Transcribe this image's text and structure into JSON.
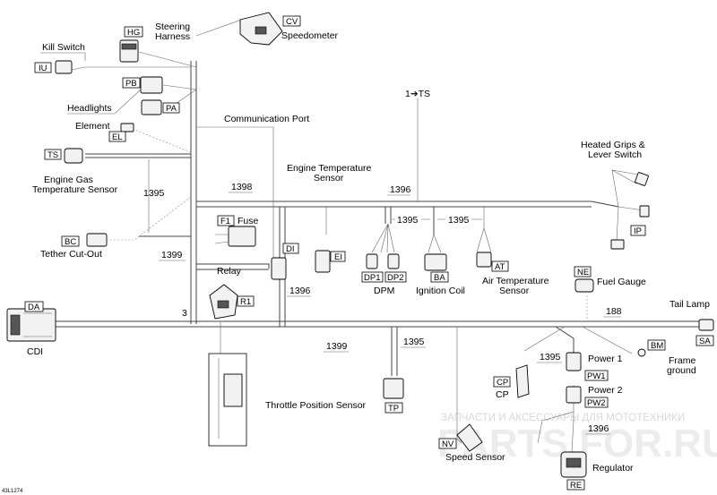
{
  "labels": {
    "steering_harness_1": "Steering",
    "steering_harness_2": "Harness",
    "speedometer": "Speedometer",
    "kill_switch": "Kill Switch",
    "headlights": "Headlights",
    "element": "Element",
    "engine_gas_1": "Engine Gas",
    "engine_gas_2": "Temperature Sensor",
    "communication_port": "Communication Port",
    "engine_temp_1": "Engine Temperature",
    "engine_temp_2": "Sensor",
    "heated_grips_1": "Heated Grips &",
    "heated_grips_2": "Lever Switch",
    "fuse": "Fuse",
    "relay": "Relay",
    "tether": "Tether Cut-Out",
    "dpm": "DPM",
    "ignition_coil": "Ignition Coil",
    "air_temp_1": "Air Temperature",
    "air_temp_2": "Sensor",
    "fuel_gauge": "Fuel Gauge",
    "tail_lamp": "Tail Lamp",
    "cdi": "CDI",
    "frame_ground_1": "Frame",
    "frame_ground_2": "ground",
    "power_1": "Power 1",
    "power_2": "Power 2",
    "cp": "CP",
    "throttle": "Throttle Position Sensor",
    "speed_sensor": "Speed Sensor",
    "regulator": "Regulator",
    "ts_ref": "1➔TS",
    "doc_ref": "43L1274"
  },
  "codes": {
    "hg": "HG",
    "cv": "CV",
    "iu": "IU",
    "pb": "PB",
    "pa": "PA",
    "el": "EL",
    "ts": "TS",
    "bc": "BC",
    "f1": "F1",
    "di": "DI",
    "ei": "EI",
    "dp1": "DP1",
    "dp2": "DP2",
    "ba": "BA",
    "at": "AT",
    "ip": "IP",
    "r1": "R1",
    "ne": "NE",
    "sa": "SA",
    "da": "DA",
    "bm": "BM",
    "pw1": "PW1",
    "pw2": "PW2",
    "cp": "CP",
    "tp": "TP",
    "nv": "NV",
    "re": "RE"
  },
  "wire_numbers": {
    "w1398": "1398",
    "w1396a": "1396",
    "w1395a": "1395",
    "w1395b": "1395",
    "w1395c": "1395",
    "w1399a": "1399",
    "w1396b": "1396",
    "w3": "3",
    "w188": "188",
    "w1399b": "1399",
    "w1395d": "1395",
    "w1395e": "1395",
    "w1396c": "1396"
  },
  "watermark": {
    "line1": "ЗАПЧАСТИ И АКСЕССУАРЫ ДЛЯ МОТОТЕХНИКИ",
    "line2": "PARTS FOR.RU"
  }
}
